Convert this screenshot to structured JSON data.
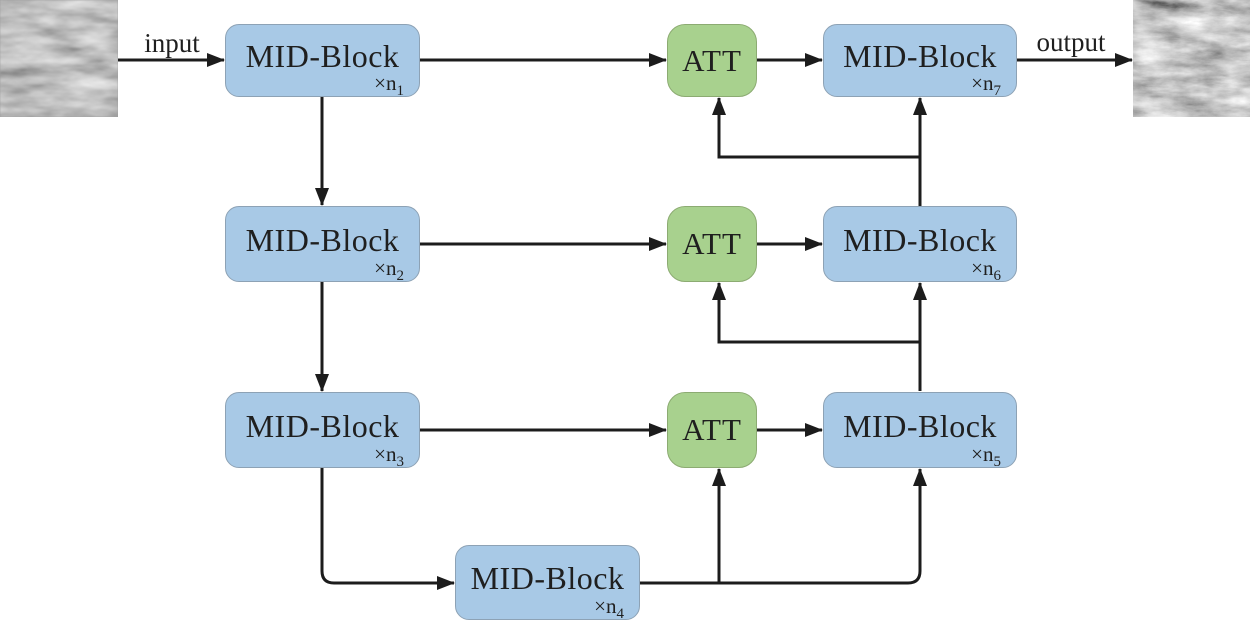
{
  "labels": {
    "input": "input",
    "output": "output"
  },
  "blocks": {
    "mid1": {
      "label": "MID-Block",
      "mult": "×n",
      "index": "1"
    },
    "mid2": {
      "label": "MID-Block",
      "mult": "×n",
      "index": "2"
    },
    "mid3": {
      "label": "MID-Block",
      "mult": "×n",
      "index": "3"
    },
    "mid4": {
      "label": "MID-Block",
      "mult": "×n",
      "index": "4"
    },
    "mid5": {
      "label": "MID-Block",
      "mult": "×n",
      "index": "5"
    },
    "mid6": {
      "label": "MID-Block",
      "mult": "×n",
      "index": "6"
    },
    "mid7": {
      "label": "MID-Block",
      "mult": "×n",
      "index": "7"
    },
    "att1": {
      "label": "ATT"
    },
    "att2": {
      "label": "ATT"
    },
    "att3": {
      "label": "ATT"
    }
  },
  "images": {
    "input": "input-microstructure-texture-image",
    "output": "output-microstructure-texture-image"
  },
  "connections": [
    "input-image -> mid1",
    "mid1 -> att1",
    "att1 -> mid7",
    "mid7 -> output-image",
    "mid1 -> mid2",
    "mid2 -> mid3",
    "mid3 -> mid4",
    "mid2 -> att2",
    "att2 -> mid6",
    "mid3 -> att3",
    "att3 -> mid5",
    "mid4 -> att3",
    "mid4 -> mid5",
    "mid5 -> att2",
    "mid5 -> mid6",
    "mid6 -> att1",
    "mid6 -> mid7"
  ],
  "colors": {
    "mid_fill": "#a8c9e6",
    "mid_border": "#8da2b5",
    "att_fill": "#a8d18e",
    "att_border": "#8cab72",
    "arrow": "#1c1c1c",
    "text": "#1f1f1f"
  }
}
